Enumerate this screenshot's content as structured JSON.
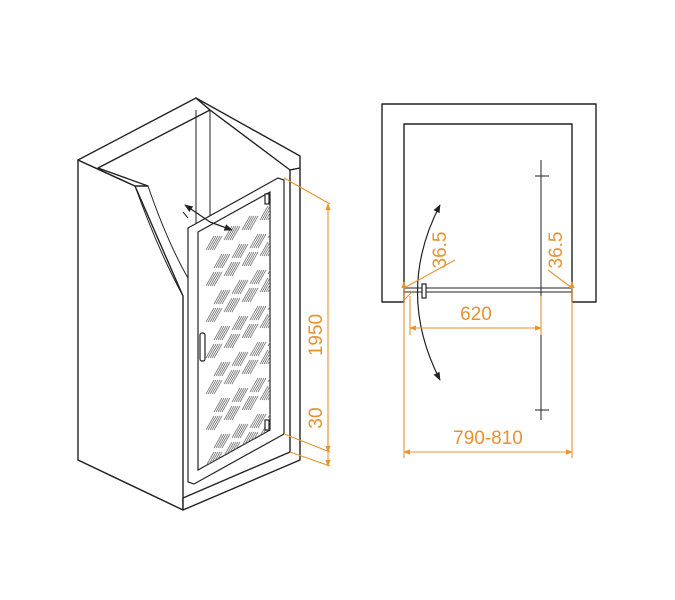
{
  "dimensions": {
    "height_total": "1950",
    "height_base": "30",
    "offset_left": "36.5",
    "offset_right": "36.5",
    "door_width": "620",
    "total_width": "790-810"
  },
  "colors": {
    "line": "#222222",
    "dimension": "#e8922e",
    "background": "#ffffff"
  }
}
